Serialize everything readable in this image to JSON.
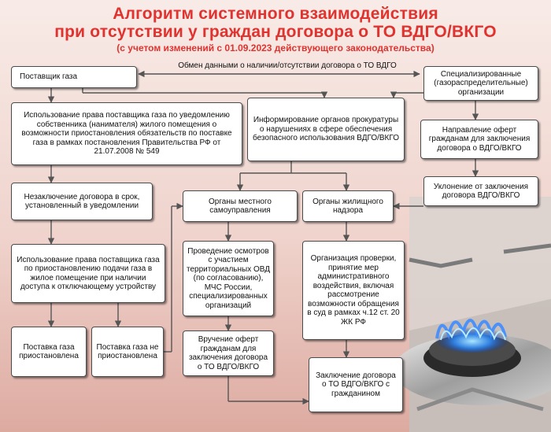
{
  "title": {
    "line1": "Алгоритм системного взаимодействия",
    "line2": "при отсутствии у граждан договора о ТО ВДГО/ВКГО",
    "line3": "(с учетом изменений с 01.09.2023 действующего законодательства)"
  },
  "exchange_label": "Обмен данными о наличии/отсутствии договора о ТО ВДГО",
  "boxes": {
    "supplier": "Поставщик газа",
    "specialized": "Специализированные (газораспределительные) организации",
    "use_right_notify": "Использование права поставщика газа по уведомлению собственника (нанимателя) жилого помещения о возможности приостановления обязательств по поставке газа в рамках постановления Правительства РФ от 21.07.2008 № 549",
    "inform_prosecutor": "Информирование органов прокуратуры о нарушениях в сфере обеспечения безопасного использования ВДГО/ВКГО",
    "send_offers": "Направление оферт гражданам для заключения договора о ВДГО/ВКГО",
    "no_contract_term": "Незаключение договора в срок, установленный в уведомлении",
    "local_gov": "Органы местного самоуправления",
    "housing_supervision": "Органы жилищного надзора",
    "evade_contract": "Уклонение от заключения договора ВДГО/ВКГО",
    "use_right_suspend": "Использование права поставщика газа по приостановлению подачи газа в жилое помещение при наличии доступа к отключающему устройству",
    "inspections": "Проведение осмотров с участием территориальных ОВД (по согласованию), МЧС России, специализированных организаций",
    "organize_check": "Организация проверки, принятие мер административного воздействия, включая рассмотрение возможности обращения в суд в рамках ч.12 ст. 20 ЖК РФ",
    "supply_suspended": "Поставка газа приостановлена",
    "supply_not_suspended": "Поставка газа не приостановлена",
    "hand_offers": "Вручение оферт гражданам для заключения договора о ТО ВДГО/ВКГО",
    "conclude_contract": "Заключение договора о ТО ВДГО/ВКГО с гражданином"
  },
  "colors": {
    "title": "#e0322e",
    "background_top": "#f7e6e1",
    "background_bottom": "#e3b8b0",
    "connector": "#555555",
    "box_border": "#4a4a4a"
  }
}
